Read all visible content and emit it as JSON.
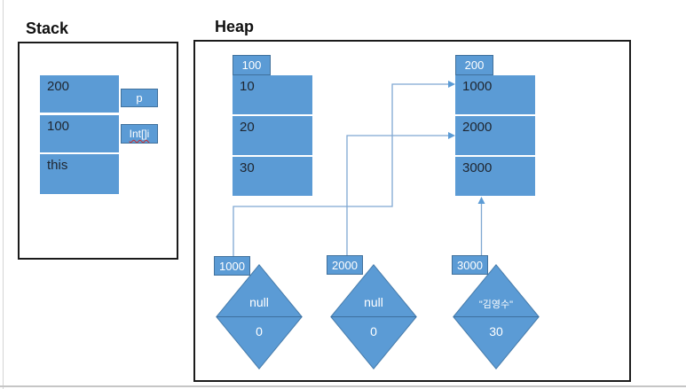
{
  "colors": {
    "block_fill": "#5b9bd5",
    "block_border": "#41719c",
    "connector": "#7fa8d2",
    "frame_border": "#1b1b1b",
    "dark_text": "#1f2630",
    "light_text": "#ffffff",
    "misspell_underline": "#cc2b2b"
  },
  "stack": {
    "title": "Stack",
    "frames": [
      {
        "value": "200",
        "tag": "p"
      },
      {
        "value": "100",
        "tag": "Int[]i"
      },
      {
        "value": "this"
      }
    ]
  },
  "heap": {
    "title": "Heap",
    "arrays": [
      {
        "address": "100",
        "cells": [
          "10",
          "20",
          "30"
        ]
      },
      {
        "address": "200",
        "cells": [
          "1000",
          "2000",
          "3000"
        ]
      }
    ],
    "objects": [
      {
        "address": "1000",
        "top_value": "null",
        "bottom_value": "0"
      },
      {
        "address": "2000",
        "top_value": "null",
        "bottom_value": "0"
      },
      {
        "address": "3000",
        "top_value": "\"김영수\"",
        "bottom_value": "30"
      }
    ]
  }
}
